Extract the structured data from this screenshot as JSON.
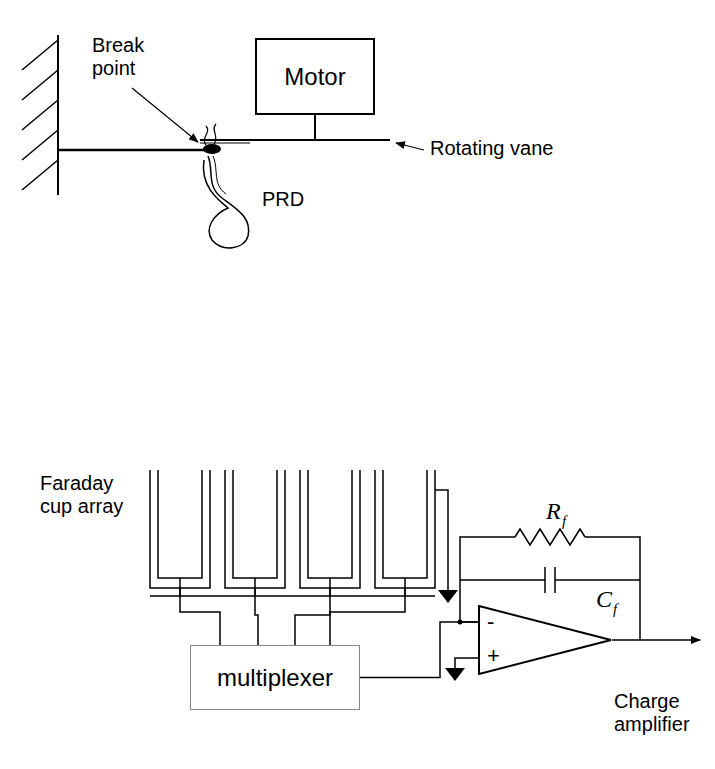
{
  "diagram": {
    "nodes": [
      {
        "text": [
          "Motor"
        ]
      },
      {
        "text": [
          "multiplexer"
        ]
      },
      {
        "text": [
          "-",
          "+"
        ]
      }
    ],
    "edges": [
      {
        "from": 1,
        "to": 2,
        "arrow": "none"
      }
    ],
    "labels": [
      "Break point",
      "Rotating vane",
      "PRD",
      "Faraday cup array",
      "R",
      "f",
      "C",
      "f",
      "Charge amplifier"
    ]
  }
}
